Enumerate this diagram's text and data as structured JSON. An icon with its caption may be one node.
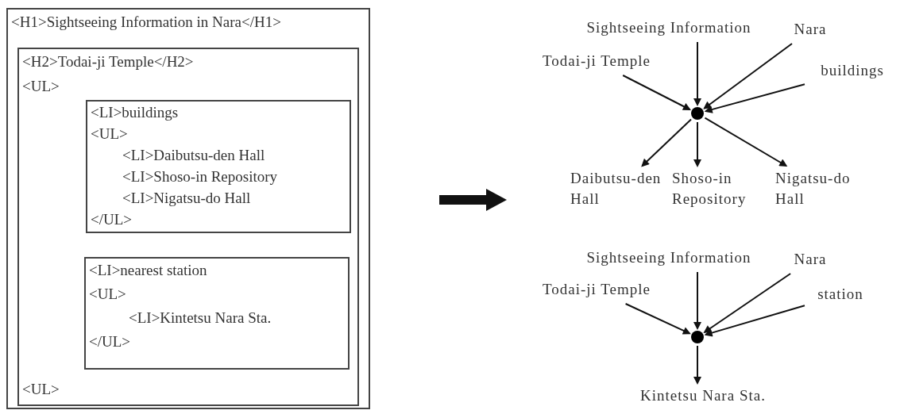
{
  "diagram": {
    "nodes": [
      {
        "text": [
          "<H1>Sightseeing Information in Nara</H1>"
        ]
      },
      {
        "text": [
          "<H2>Todai-ji Temple</H2>",
          "<UL>",
          "<UL>"
        ],
        "in": 0
      },
      {
        "text": [
          "<LI>buildings",
          "<UL>",
          "<LI>Daibutsu-den Hall",
          "<LI>Shoso-in Repository",
          "<LI>Nigatsu-do Hall",
          "</UL>"
        ],
        "in": 1
      },
      {
        "text": [
          "<LI>nearest station",
          "<UL>",
          "<LI>Kintetsu Nara Sta.",
          "</UL>"
        ],
        "in": 1
      },
      {
        "text": [
          "Sightseeing Information"
        ]
      },
      {
        "text": [
          "Nara"
        ]
      },
      {
        "text": [
          "Todai-ji Temple"
        ]
      },
      {
        "text": [
          "buildings"
        ]
      },
      {
        "text": [],
        "shape": "circle"
      },
      {
        "text": [
          "Daibutsu-den Hall"
        ]
      },
      {
        "text": [
          "Shoso-in Repository"
        ]
      },
      {
        "text": [
          "Nigatsu-do Hall"
        ]
      },
      {
        "text": [
          "Sightseeing Information"
        ]
      },
      {
        "text": [
          "Nara"
        ]
      },
      {
        "text": [
          "Todai-ji Temple"
        ]
      },
      {
        "text": [
          "station"
        ]
      },
      {
        "text": [],
        "shape": "circle"
      },
      {
        "text": [
          "Kintetsu Nara Sta."
        ]
      }
    ],
    "edges": [
      {
        "from": 4,
        "to": 8,
        "arrow": "to"
      },
      {
        "from": 5,
        "to": 8,
        "arrow": "to"
      },
      {
        "from": 6,
        "to": 8,
        "arrow": "to"
      },
      {
        "from": 7,
        "to": 8,
        "arrow": "to"
      },
      {
        "from": 8,
        "to": 9,
        "arrow": "to"
      },
      {
        "from": 8,
        "to": 10,
        "arrow": "to"
      },
      {
        "from": 8,
        "to": 11,
        "arrow": "to"
      },
      {
        "from": 12,
        "to": 16,
        "arrow": "to"
      },
      {
        "from": 13,
        "to": 16,
        "arrow": "to"
      },
      {
        "from": 14,
        "to": 16,
        "arrow": "to"
      },
      {
        "from": 15,
        "to": 16,
        "arrow": "to"
      },
      {
        "from": 16,
        "to": 17,
        "arrow": "to"
      }
    ]
  }
}
